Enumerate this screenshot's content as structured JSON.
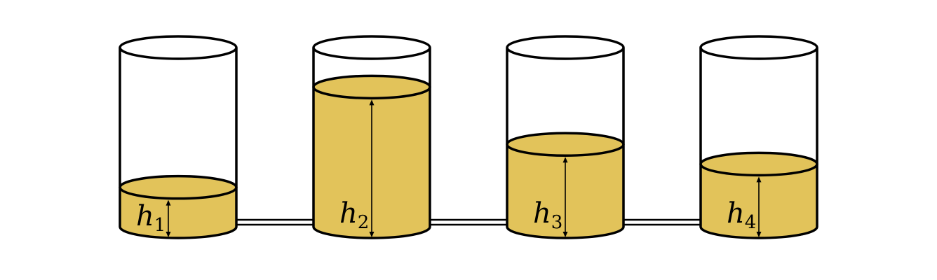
{
  "colors": {
    "liquid": "#E2C35A",
    "outline": "#000000",
    "background": "#FFFFFF"
  },
  "tanks": [
    {
      "label": "h",
      "subscript": "1",
      "level_fraction": 0.22
    },
    {
      "label": "h",
      "subscript": "2",
      "level_fraction": 0.78
    },
    {
      "label": "h",
      "subscript": "3",
      "level_fraction": 0.46
    },
    {
      "label": "h",
      "subscript": "4",
      "level_fraction": 0.35
    }
  ],
  "pipes": [
    {
      "from": 1,
      "to": 2
    },
    {
      "from": 2,
      "to": 3
    },
    {
      "from": 3,
      "to": 4
    }
  ]
}
